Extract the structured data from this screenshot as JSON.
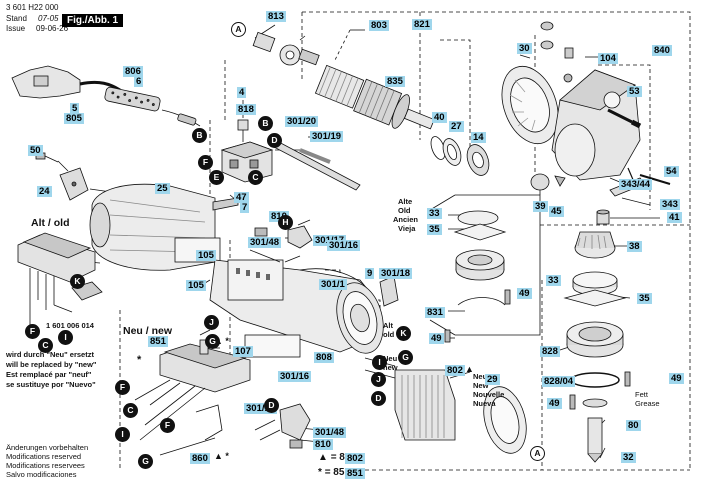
{
  "header": {
    "doc_number": "3 601 H22 000",
    "stand_label": "Stand",
    "stand_value": "07-05",
    "issue_label": "Issue",
    "issue_value": "09-06-26",
    "figure": "Fig./Abb. 1"
  },
  "labels": [
    "813",
    "803",
    "821",
    "30",
    "840",
    "104",
    "806",
    "6",
    "5",
    "805",
    "835",
    "4",
    "818",
    "301/20",
    "301/19",
    "40",
    "27",
    "14",
    "53",
    "50",
    "54",
    "343/44",
    "343",
    "41",
    "24",
    "25",
    "47",
    "7",
    "39",
    "45",
    "810",
    "301/48",
    "301/17",
    "301/16",
    "38",
    "105",
    "105",
    "9",
    "301/18",
    "301/1",
    "33",
    "35",
    "831",
    "49",
    "49",
    "33",
    "35",
    "828",
    "828/04",
    "49",
    "49",
    "80",
    "32",
    "802",
    "29",
    "808",
    "107",
    "851",
    "301/16",
    "301/17",
    "810",
    "301/48",
    "860",
    "802",
    "851"
  ],
  "letters": [
    "A",
    "B",
    "B",
    "F",
    "C",
    "D",
    "E",
    "H",
    "K",
    "F",
    "C",
    "I",
    "J",
    "G",
    "D",
    "K",
    "G",
    "J",
    "I",
    "D",
    "F",
    "C",
    "I",
    "F",
    "G",
    "A"
  ],
  "alt_old_title": "Alt / old",
  "part_number_1": "1 601 006 014",
  "replace_note": [
    "wird durch \"Neu\" ersetzt",
    "will be replaced by \"new\"",
    "Est remplacé par \"neuf\"",
    "se sustituye por \"Nuevo\""
  ],
  "neu_new_title": "Neu / new",
  "alt_box_words": [
    "Alte",
    "Old",
    "Ancien",
    "Vieja"
  ],
  "alt_old_small": [
    "Alt",
    "old"
  ],
  "neu_words": [
    "Neu",
    "new"
  ],
  "neue_words": [
    "Neue",
    "New",
    "Nouvelle",
    "Nueva"
  ],
  "fett_grease": [
    "Fett",
    "Grease"
  ],
  "changes_note": [
    "Änderungen vorbehalten",
    "Modifications reserved",
    "Modifications reservees",
    "Salvo modificaciones"
  ],
  "legend": [
    {
      "symbol": "▲",
      "text": "= 802"
    },
    {
      "symbol": "*",
      "text": "= 851"
    }
  ],
  "mark_107": "▲ *",
  "mark_802": "▲",
  "mark_860": "▲ *",
  "mark_851": "*",
  "colors": {
    "label_fill": "#9fd6ec",
    "ink": "#111111",
    "paper": "#ffffff"
  }
}
